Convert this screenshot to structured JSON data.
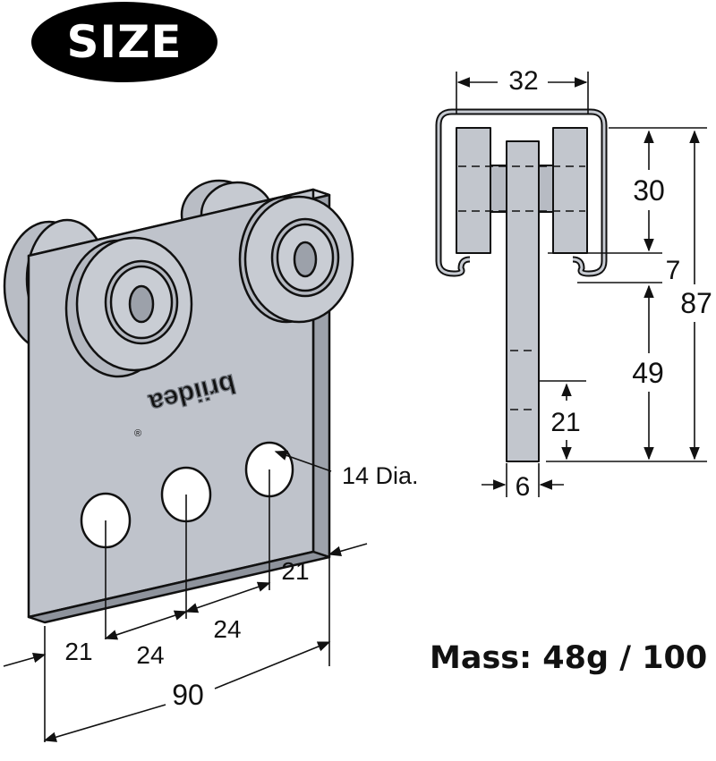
{
  "badge": {
    "label": "SIZE"
  },
  "brand": {
    "embossed": "briidea",
    "registered": "®"
  },
  "front_view": {
    "hole_label": "14 Dia.",
    "dim_21_a": "21",
    "dim_24_a": "24",
    "dim_24_b": "24",
    "dim_21_b": "21",
    "dim_90": "90"
  },
  "side_view": {
    "dim_32": "32",
    "dim_30": "30",
    "dim_7": "7",
    "dim_87": "87",
    "dim_49": "49",
    "dim_21": "21",
    "dim_6": "6"
  },
  "mass": {
    "label": "Mass: 48g / 100"
  },
  "colors": {
    "metal": "#bfc3cb",
    "metal_dark": "#9da2ab",
    "outline": "#111111",
    "badge": "#000000"
  }
}
